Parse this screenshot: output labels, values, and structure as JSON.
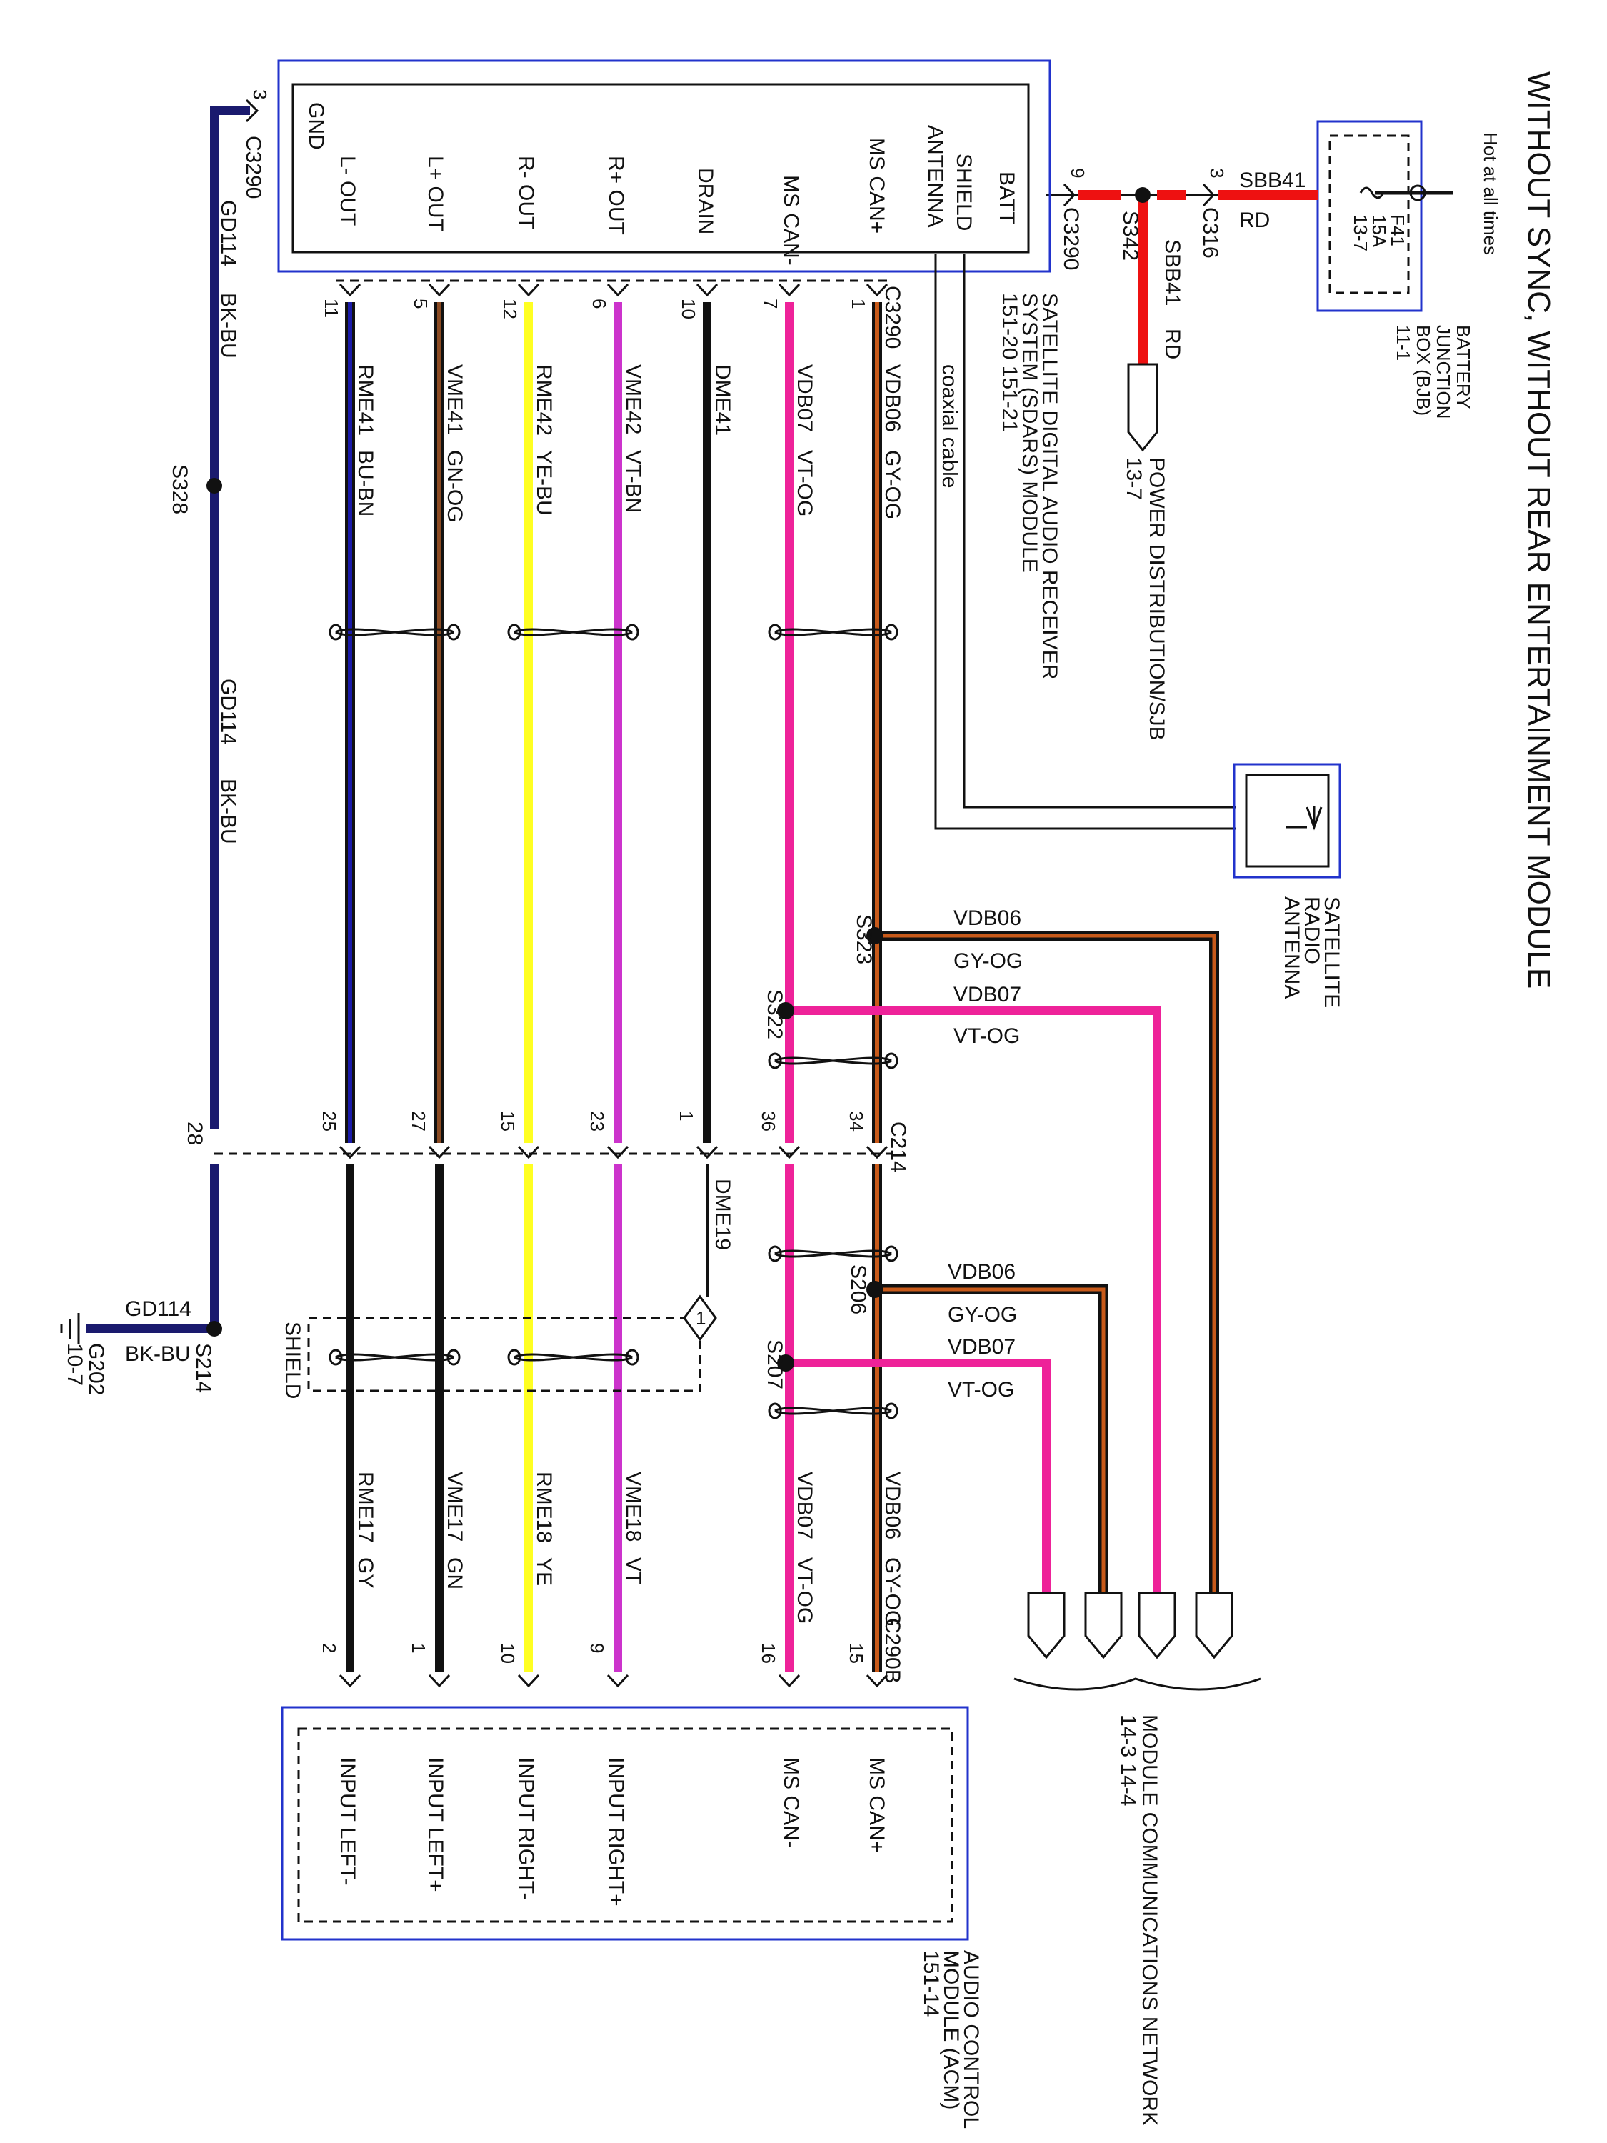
{
  "title": "WITHOUT SYNC, WITHOUT REAR ENTERTAINMENT MODULE",
  "bjb": {
    "caption": "Hot at all times",
    "fuse": "F41",
    "amps": "15A",
    "ref": "13-7",
    "name_l1": "BATTERY",
    "name_l2": "JUNCTION",
    "name_l3": "BOX (BJB)",
    "name_l4": "11-1"
  },
  "power": {
    "circuit": "SBB41",
    "color": "RD",
    "connector_c316": "C316",
    "pin_c316": "3",
    "splice": "S342",
    "branch_circuit": "SBB41",
    "branch_color": "RD",
    "dest_l1": "POWER DISTRIBUTION/SJB",
    "dest_l2": "13-7",
    "batt_pin": "9",
    "batt_conn": "C3290"
  },
  "sdars": {
    "name_l1": "SATELLITE DIGITAL AUDIO RECEIVER",
    "name_l2": "SYSTEM (SDARS) MODULE",
    "name_l3": "151-20   151-21",
    "connector": "C3290",
    "gnd_pin": "3",
    "pins": {
      "gnd": "GND",
      "l_minus": "L- OUT",
      "l_plus": "L+ OUT",
      "r_minus": "R- OUT",
      "r_plus": "R+ OUT",
      "drain": "DRAIN",
      "can_minus": "MS CAN-",
      "can_plus": "MS CAN+",
      "antenna": "ANTENNA",
      "shield": "SHIELD",
      "batt": "BATT"
    }
  },
  "antenna": {
    "cable": "coaxial cable",
    "name_l1": "SATELLITE",
    "name_l2": "RADIO",
    "name_l3": "ANTENNA"
  },
  "wires": [
    {
      "key": "lminus",
      "top_pin": "11",
      "top_circuit": "RME41",
      "top_color": "BU-BN",
      "mid_pin": "25",
      "bot_circuit": "RME17",
      "bot_color": "GY",
      "acm_pin": "2",
      "hex_top": "#1a1aa8",
      "hex_bot": "#111111"
    },
    {
      "key": "lplus",
      "top_pin": "5",
      "top_circuit": "VME41",
      "top_color": "GN-OG",
      "mid_pin": "27",
      "bot_circuit": "VME17",
      "bot_color": "GN",
      "acm_pin": "1",
      "hex_top": "#8a4a22",
      "hex_bot": "#111111"
    },
    {
      "key": "rminus",
      "top_pin": "12",
      "top_circuit": "RME42",
      "top_color": "YE-BU",
      "mid_pin": "15",
      "bot_circuit": "RME18",
      "bot_color": "YE",
      "acm_pin": "10",
      "hex_top": "#ffff22",
      "hex_bot": "#ffff22"
    },
    {
      "key": "rplus",
      "top_pin": "6",
      "top_circuit": "VME42",
      "top_color": "VT-BN",
      "mid_pin": "23",
      "bot_circuit": "VME18",
      "bot_color": "VT",
      "acm_pin": "9",
      "hex_top": "#cc33cc",
      "hex_bot": "#cc33cc"
    },
    {
      "key": "drain",
      "top_pin": "10",
      "top_circuit": "DME41",
      "top_color": "",
      "mid_pin": "1",
      "bot_circuit": "DME19",
      "bot_color": "",
      "acm_pin": "",
      "hex_top": "#111111",
      "hex_bot": "#111111"
    },
    {
      "key": "canminus",
      "top_pin": "7",
      "top_circuit": "VDB07",
      "top_color": "VT-OG",
      "mid_pin": "36",
      "bot_circuit": "VDB07",
      "bot_color": "VT-OG",
      "acm_pin": "16",
      "hex_top": "#ee2299",
      "hex_bot": "#ee2299"
    },
    {
      "key": "canplus",
      "top_pin": "1",
      "top_circuit": "VDB06",
      "top_color": "GY-OG",
      "mid_pin": "34",
      "bot_circuit": "VDB06",
      "bot_color": "GY-OG",
      "acm_pin": "15",
      "hex_top": "#c85a1a",
      "hex_bot": "#c85a1a"
    }
  ],
  "ground": {
    "circuit": "GD114",
    "color": "BK-BU",
    "splice_top": "S328",
    "mid_pin": "28",
    "splice": "S214",
    "ground_pt": "G202",
    "ground_ref": "10-7",
    "gnd_conn": "C3290"
  },
  "connectors": {
    "c214": "C214",
    "c290b": "C290B",
    "shield": "SHIELD"
  },
  "splices": {
    "s323": "S323",
    "s322": "S322",
    "s206": "S206",
    "s207": "S207"
  },
  "network": {
    "vdb06": "VDB06",
    "gyog": "GY-OG",
    "vdb07": "VDB07",
    "vtog": "VT-OG",
    "name": "MODULE COMMUNICATIONS NETWORK",
    "ref": "14-3  14-4"
  },
  "acm": {
    "name_l1": "AUDIO CONTROL",
    "name_l2": "MODULE (ACM)",
    "name_l3": "151-14",
    "pins": {
      "left_minus": "INPUT LEFT-",
      "left_plus": "INPUT LEFT+",
      "right_minus": "INPUT RIGHT-",
      "right_plus": "INPUT RIGHT+",
      "can_minus": "MS CAN-",
      "can_plus": "MS CAN+"
    }
  },
  "colors": {
    "frame": "#2233cc",
    "power": "#ee1111",
    "ground": "#1a1a6e"
  }
}
